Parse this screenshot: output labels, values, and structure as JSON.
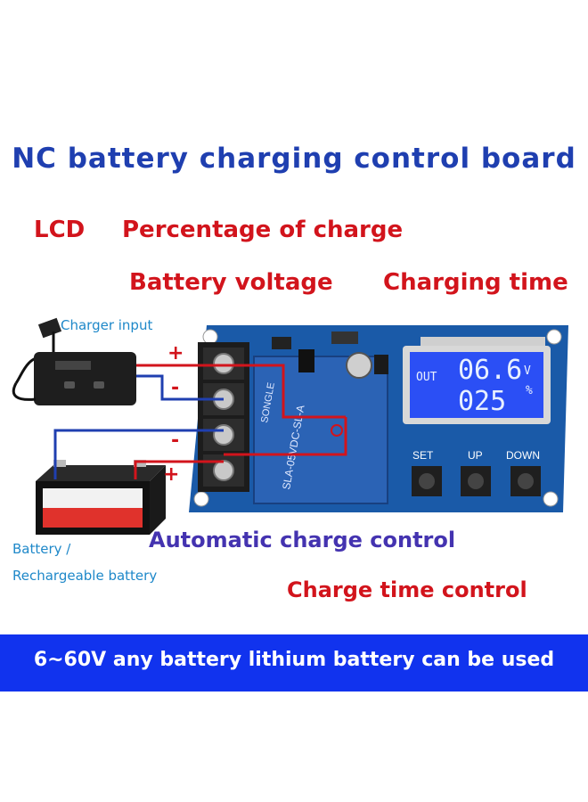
{
  "title": "NC battery charging control board",
  "labels": {
    "lcd": "LCD",
    "percentage": "Percentage of charge",
    "voltage": "Battery voltage",
    "charging_time": "Charging time",
    "charger_input": "Charger input",
    "battery": "Battery /",
    "rechargeable": "Rechargeable battery",
    "auto_control": "Automatic charge control",
    "time_control": "Charge time control"
  },
  "terminals": {
    "plus_top": "+",
    "minus_top": "-",
    "minus_bottom": "-",
    "plus_bottom": "+"
  },
  "lcd_display": {
    "out": "OUT",
    "voltage_value": "06.6",
    "voltage_unit": "V",
    "percent_value": "025",
    "percent_unit": "%"
  },
  "buttons": {
    "set": "SET",
    "up": "UP",
    "down": "DOWN"
  },
  "relay": {
    "brand": "SONGLE",
    "model": "SLA-05VDC-SL-A"
  },
  "banner": "6~60V any battery lithium battery can be used",
  "colors": {
    "title": "#1f3fb0",
    "accent_red": "#d2141c",
    "board": "#1a5aa8",
    "banner": "#1133ee"
  }
}
